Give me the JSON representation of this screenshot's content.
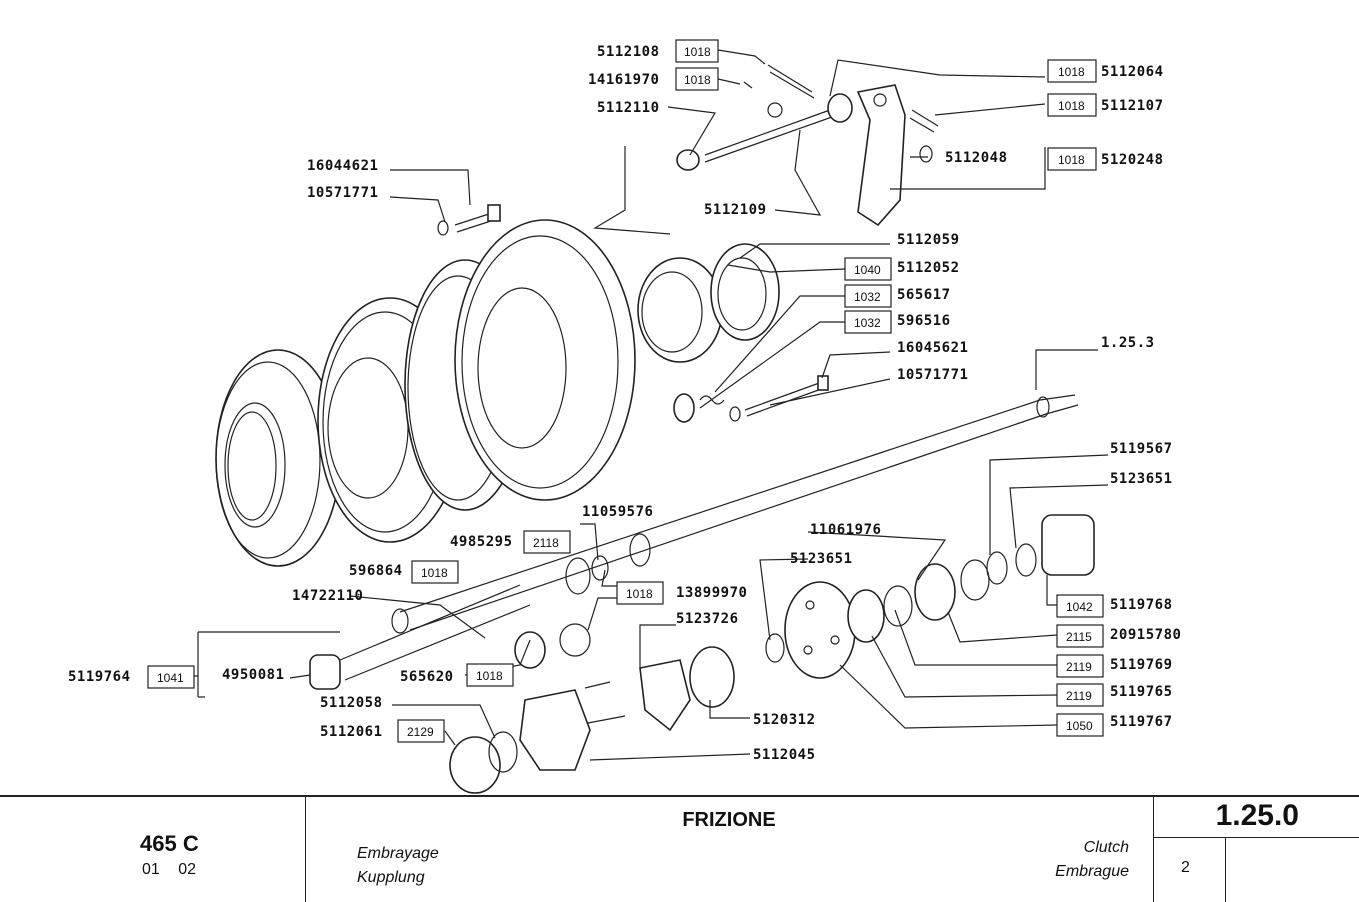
{
  "labels": {
    "p5112108": "5112108",
    "b5112108": "1018",
    "p14161970": "14161970",
    "b14161970": "1018",
    "p5112110": "5112110",
    "p5112064": "5112064",
    "b5112064": "1018",
    "p5112107": "5112107",
    "b5112107": "1018",
    "p5112048": "5112048",
    "p5120248": "5120248",
    "b5120248": "1018",
    "p16044621": "16044621",
    "p10571771a": "10571771",
    "p5112109": "5112109",
    "p5112059": "5112059",
    "p5112052": "5112052",
    "b5112052": "1040",
    "p565617": "565617",
    "b565617": "1032",
    "p596516": "596516",
    "b596516": "1032",
    "p16045621": "16045621",
    "p10571771b": "10571771",
    "p1253": "1.25.3",
    "p5119567": "5119567",
    "p5123651a": "5123651",
    "p11059576": "11059576",
    "p11061976": "11061976",
    "p4985295": "4985295",
    "b4985295": "2118",
    "p5123651b": "5123651",
    "p596864": "596864",
    "b596864": "1018",
    "p14722110": "14722110",
    "p13899970": "13899970",
    "b13899970": "1018",
    "p5123726": "5123726",
    "p5119768": "5119768",
    "b5119768": "1042",
    "p20915780": "20915780",
    "b20915780": "2115",
    "p5119769": "5119769",
    "b5119769": "2119",
    "p5119765": "5119765",
    "b5119765": "2119",
    "p5119767": "5119767",
    "b5119767": "1050",
    "p5119764": "5119764",
    "b5119764": "1041",
    "p4950081": "4950081",
    "p565620": "565620",
    "b565620": "1018",
    "p5112058": "5112058",
    "p5112061": "5112061",
    "b5112061": "2129",
    "p5120312": "5120312",
    "p5112045": "5112045"
  },
  "title_block": {
    "model": "465 C",
    "revision": "01 02",
    "title": "FRIZIONE",
    "lang_fr": "Embrayage",
    "lang_de": "Kupplung",
    "lang_en": "Clutch",
    "lang_es": "Embrague",
    "reference": "1.25.0",
    "sheet": "2"
  }
}
